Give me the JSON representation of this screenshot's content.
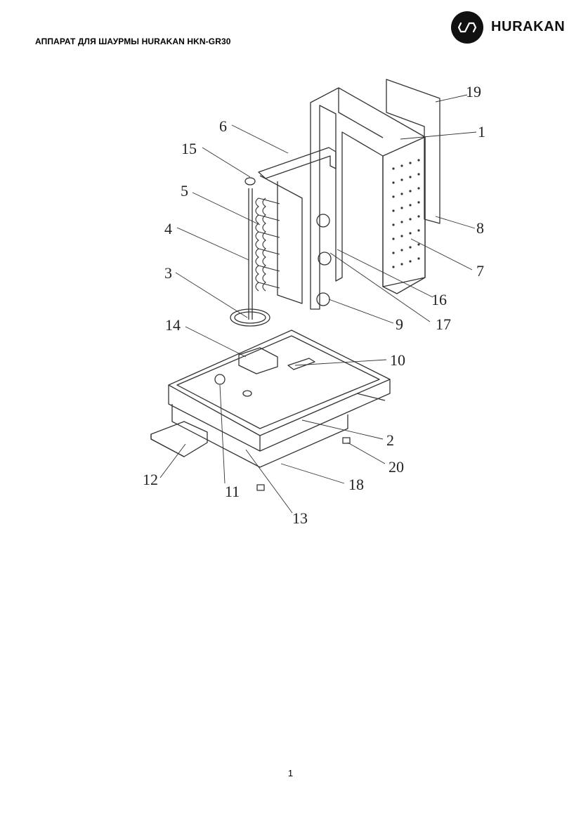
{
  "header": {
    "title": "АППАРАТ ДЛЯ ШАУРМЫ HURAKAN HKN-GR30"
  },
  "logo": {
    "text": "HURAKAN"
  },
  "diagram": {
    "callouts": {
      "c1": "1",
      "c2": "2",
      "c3": "3",
      "c4": "4",
      "c5": "5",
      "c6": "6",
      "c7": "7",
      "c8": "8",
      "c9": "9",
      "c10": "10",
      "c11": "11",
      "c12": "12",
      "c13": "13",
      "c14": "14",
      "c15": "15",
      "c16": "16",
      "c17": "17",
      "c18": "18",
      "c19": "19",
      "c20": "20"
    }
  },
  "footer": {
    "page_number": "1"
  }
}
